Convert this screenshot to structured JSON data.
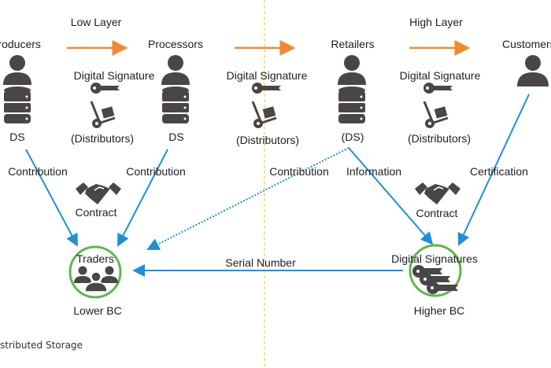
{
  "colors": {
    "arrow_flow": "#f08a30",
    "connector": "#1f8fd6",
    "divider": "#ffe08a",
    "ring": "#5cb84a",
    "icon": "#4a4646"
  },
  "layers": {
    "low": "Low Layer",
    "high": "High Layer"
  },
  "actors": [
    {
      "name": "Producers",
      "store": "DS",
      "icon": "person-database-icon"
    },
    {
      "name": "Processors",
      "store": "DS",
      "icon": "person-database-icon"
    },
    {
      "name": "Retailers",
      "store": "(DS)",
      "icon": "person-database-icon"
    },
    {
      "name": "Customers",
      "icon": "person-icon"
    }
  ],
  "distributors": [
    {
      "signature": "Digital Signature",
      "label": "(Distributors)"
    },
    {
      "signature": "Digital Signature",
      "label": "(Distributors)"
    },
    {
      "signature": "Digital Signature",
      "label": "(Distributors)"
    }
  ],
  "edges": {
    "producers_contribution": "Contribution",
    "processors_contribution": "Contribution",
    "retailers_contribution": "Contribution",
    "retailers_information": "Information",
    "customers_certification": "Certification",
    "serial_number": "Serial Number"
  },
  "contracts": {
    "lower": "Contract",
    "higher": "Contract"
  },
  "blockchains": {
    "lower": {
      "title": "Traders",
      "label": "Lower BC"
    },
    "higher": {
      "title": "Digital Signatures",
      "label": "Higher BC"
    }
  },
  "legend": {
    "storage": "stributed Storage"
  }
}
